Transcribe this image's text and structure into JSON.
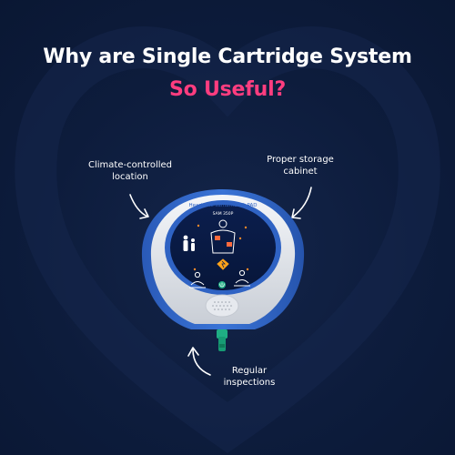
{
  "headline": {
    "title": "Why are Single Cartridge System",
    "subtitle": "So Useful?"
  },
  "callouts": {
    "climate": {
      "line1": "Climate-controlled",
      "line2": "location"
    },
    "storage": {
      "line1": "Proper storage",
      "line2": "cabinet"
    },
    "inspections": {
      "line1": "Regular",
      "line2": "inspections"
    }
  },
  "device": {
    "brand": "HeartSine samaritan® PAD",
    "model": "SAM 350P"
  },
  "colors": {
    "background": "#0c1b3a",
    "accent": "#ff3d7f",
    "device_blue": "#2f63c4",
    "device_white": "#e9ecf1",
    "cartridge_green": "#1fae84"
  },
  "icons": [
    "heart-outline-icon",
    "curved-arrow-icon",
    "shock-icon",
    "power-button-icon"
  ]
}
